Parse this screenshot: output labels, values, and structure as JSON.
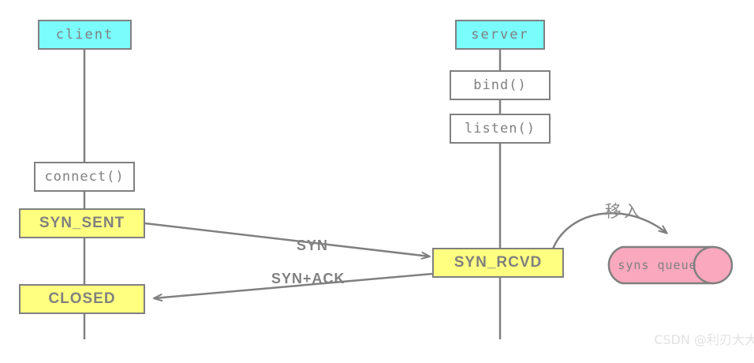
{
  "diagram": {
    "title": "TCP three-way handshake client/server state diagram",
    "colors": {
      "endpoint_fill": "#7afcfc",
      "state_fill": "#ffff80",
      "queue_fill": "#f9a8be",
      "stroke": "#808080",
      "call_fill": "#ffffff",
      "watermark": "#e2e2e2"
    },
    "client_lane": {
      "endpoint_label": "client",
      "nodes": [
        {
          "label": "connect()",
          "kind": "call"
        },
        {
          "label": "SYN_SENT",
          "kind": "state"
        },
        {
          "label": "CLOSED",
          "kind": "state"
        }
      ]
    },
    "server_lane": {
      "endpoint_label": "server",
      "nodes": [
        {
          "label": "bind()",
          "kind": "call"
        },
        {
          "label": "listen()",
          "kind": "call"
        },
        {
          "label": "SYN_RCVD",
          "kind": "state"
        }
      ]
    },
    "queue": {
      "label": "syns queue"
    },
    "messages": [
      {
        "label": "SYN",
        "direction": "client-to-server"
      },
      {
        "label": "SYN+ACK",
        "direction": "server-to-client"
      }
    ],
    "annotations": [
      {
        "label": "移入",
        "meaning": "move in"
      }
    ],
    "watermark": "CSDN @利刃大大"
  }
}
